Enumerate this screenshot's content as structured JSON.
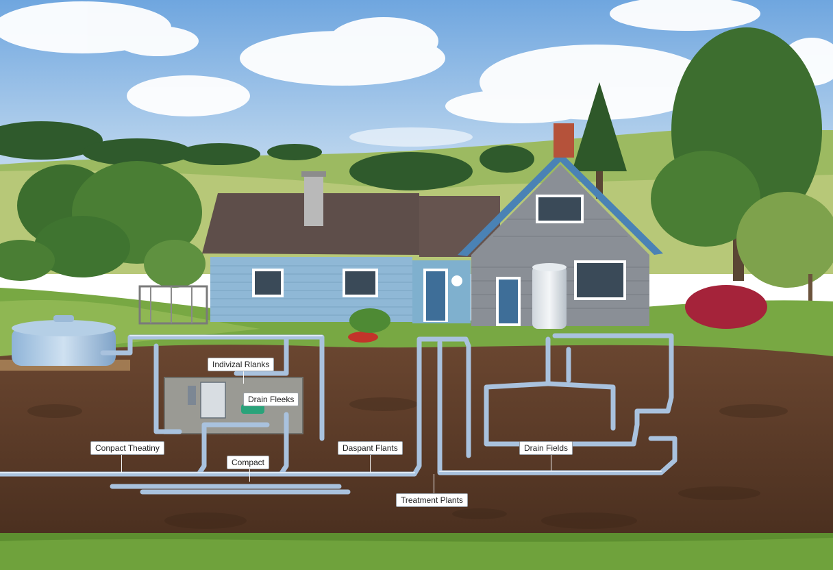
{
  "diagram": {
    "labels": {
      "individual_plants": "Indivizal Rlanks",
      "drain_fields_left": "Drain Fleeks",
      "compact_treatment": "Conpact Theatiny",
      "compact": "Compact",
      "dormant_plants": "Daspant Flants",
      "drain_fields_right": "Drain Fields",
      "treatment_plants": "Treatment Plants"
    }
  },
  "colors": {
    "sky_top": "#6fa6df",
    "sky_bottom": "#d8e8f4",
    "soil": "#5a3a26",
    "grass": "#6e9c3e",
    "pipe": "#a9c2de",
    "house_siding": "#8fb8d6",
    "house_shingle": "#8a8f96",
    "roof": "#5e4e4a"
  }
}
